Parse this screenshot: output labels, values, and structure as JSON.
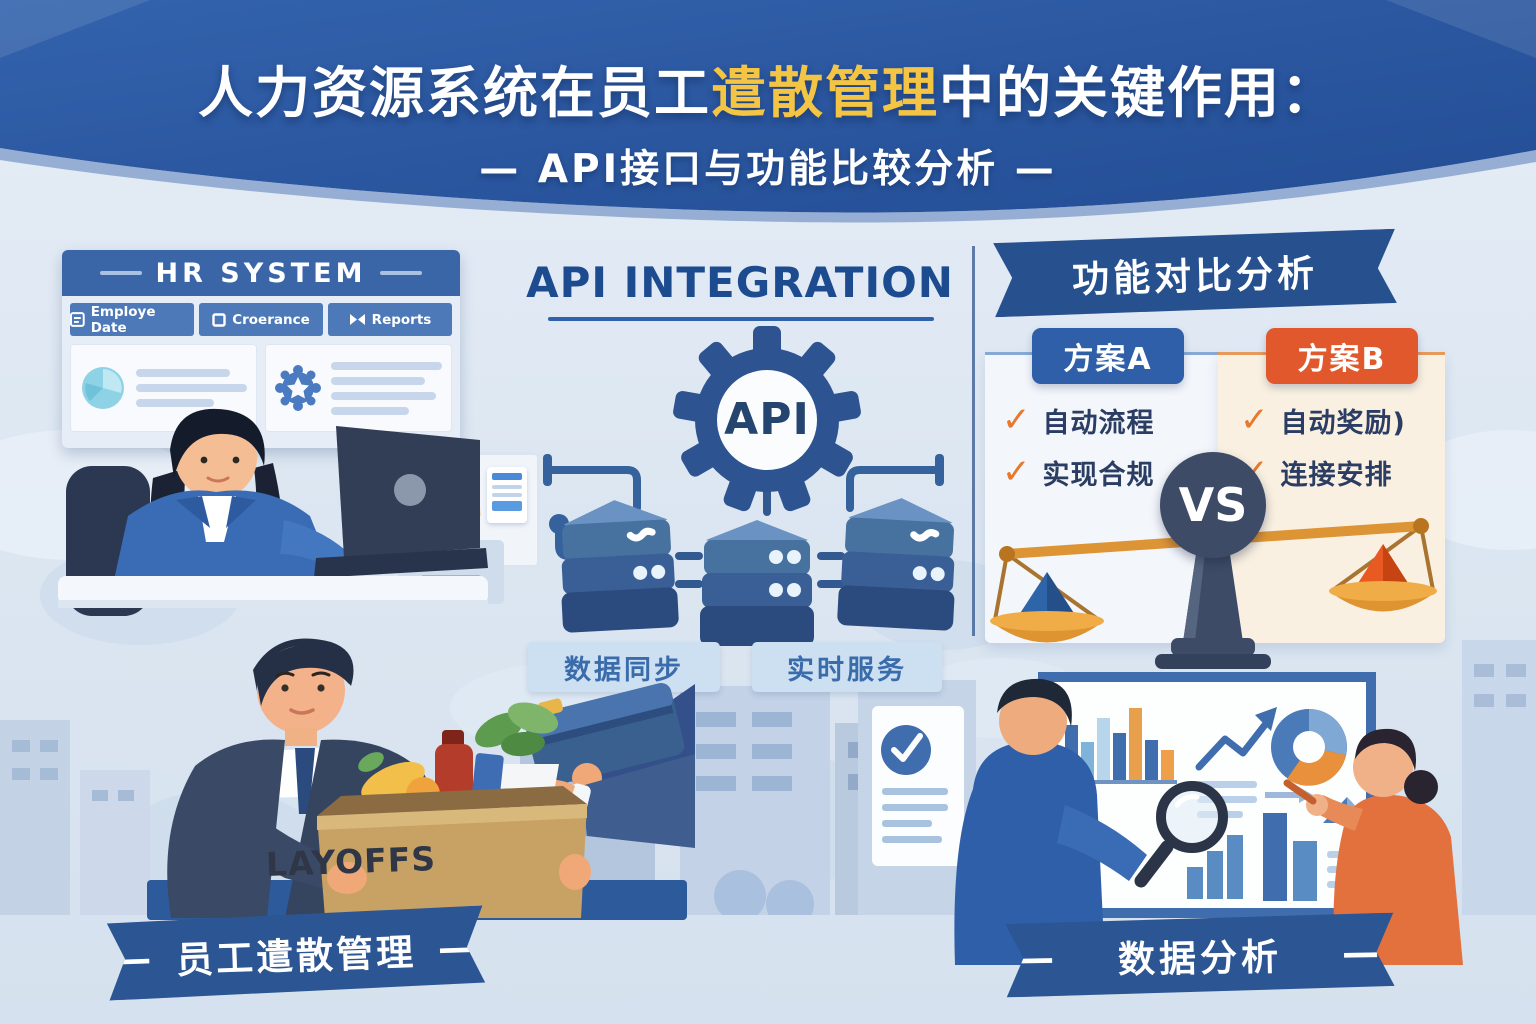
{
  "poster": {
    "decor": {
      "dash": "—"
    },
    "header": {
      "title_prefix": "人力资源系统在员工",
      "title_highlight": "遣散管理",
      "title_suffix": "中的关键作用：",
      "subtitle": "— API接口与功能比较分析 —"
    },
    "hr_system": {
      "title": "HR SYSTEM",
      "tabs": [
        {
          "label": "Employe Date"
        },
        {
          "label": "Croerance"
        },
        {
          "label": "Reports"
        }
      ]
    },
    "api": {
      "title": "API INTEGRATION",
      "gear_label": "API",
      "chips": [
        {
          "label": "数据同步"
        },
        {
          "label": "实时服务"
        }
      ]
    },
    "comparison": {
      "banner": "功能对比分析",
      "vs": "VS",
      "check_mark": "✓",
      "plan_a": {
        "label": "方案A",
        "items": [
          {
            "text": "自动流程"
          },
          {
            "text": "实现合规"
          }
        ]
      },
      "plan_b": {
        "label": "方案B",
        "items": [
          {
            "text": "自动奖励)"
          },
          {
            "text": "连接安排"
          }
        ]
      }
    },
    "layoffs": {
      "box_label": "LAYOFFS",
      "banner": "员工遣散管理"
    },
    "analysis": {
      "banner": "数据分析"
    },
    "colors": {
      "header_blue": "#2b57a0",
      "highlight_yellow": "#f4c544",
      "ribbon_blue": "#27508f",
      "plan_a_blue": "#2f5fa8",
      "plan_b_orange": "#e0582b",
      "check_orange": "#e8782b",
      "panel_cream": "#f9f0e1",
      "panel_light": "#f3f6fb"
    }
  }
}
